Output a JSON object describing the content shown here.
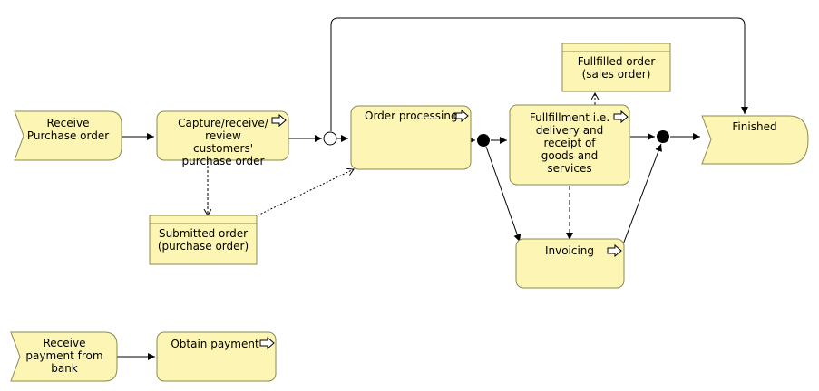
{
  "colors": {
    "fill": "#fcf5b4",
    "stroke": "#8a8a50",
    "line": "#000000",
    "background": "#ffffff"
  },
  "icons": {
    "process": "right-arrow-outline-icon",
    "junction_or": "open-circle-junction",
    "junction_and": "filled-circle-junction"
  },
  "events": {
    "receive_purchase_order": "Receive Purchase order",
    "finished": "Finished",
    "receive_payment": "Receive payment from bank"
  },
  "processes": {
    "capture": "Capture/receive/ review customers' purchase order",
    "order_processing": "Order processing",
    "fulfillment": "Fullfillment i.e. delivery and receipt of goods and services",
    "invoicing": "Invoicing",
    "obtain_payment": "Obtain payment"
  },
  "objects": {
    "submitted_order": "Submitted order (purchase order)",
    "fulfilled_order": "Fullfilled order (sales order)"
  }
}
